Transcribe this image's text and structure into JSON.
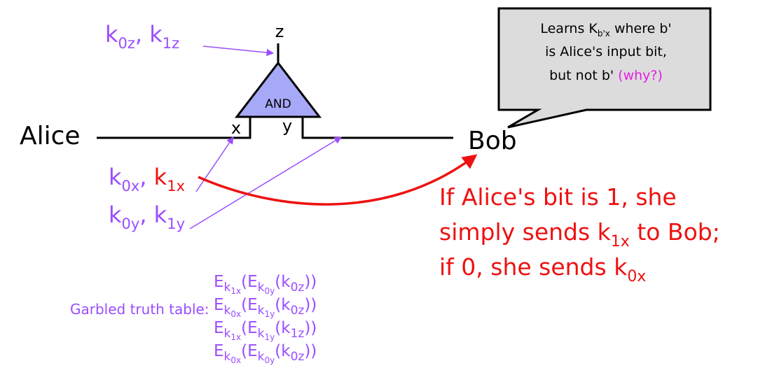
{
  "gate": {
    "label": "AND",
    "output_wire": "z",
    "input_left": "x",
    "input_right": "y",
    "fill_color": "#a8a8f8"
  },
  "parties": {
    "alice": "Alice",
    "bob": "Bob"
  },
  "keys": {
    "z_pair": {
      "k": "k",
      "a": "0z",
      "sep": ", ",
      "b": "1z"
    },
    "x_pair": {
      "k": "k",
      "a": "0x",
      "sep": ", ",
      "b": "1x"
    },
    "y_pair": {
      "k": "k",
      "a": "0y",
      "sep": ", ",
      "b": "1y"
    }
  },
  "callout": {
    "line1_pre": "Learns K",
    "line1_sub": "b'x",
    "line1_post": " where b'",
    "line2": "is Alice's input bit,",
    "line3_pre": "but not b' ",
    "line3_why": "(why?)",
    "fill_color": "#dcdcdc"
  },
  "message": {
    "line1": "If Alice's bit is 1, she",
    "line2_pre": "simply sends k",
    "line2_sub": "1x",
    "line2_post": " to Bob;",
    "line3_pre": "if 0, she sends k",
    "line3_sub": "0x"
  },
  "truth_table": {
    "label": "Garbled truth table:",
    "rows": [
      {
        "outer": "1x",
        "inner": "0y",
        "out": "0z"
      },
      {
        "outer": "0x",
        "inner": "1y",
        "out": "0z"
      },
      {
        "outer": "1x",
        "inner": "1y",
        "out": "1z"
      },
      {
        "outer": "0x",
        "inner": "0y",
        "out": "0z"
      }
    ],
    "symbol_E": "E",
    "symbol_k": "k",
    "open": "(",
    "close": ")"
  },
  "colors": {
    "purple": "#9b4dff",
    "red": "#ee1111",
    "magenta": "#e020e0"
  }
}
